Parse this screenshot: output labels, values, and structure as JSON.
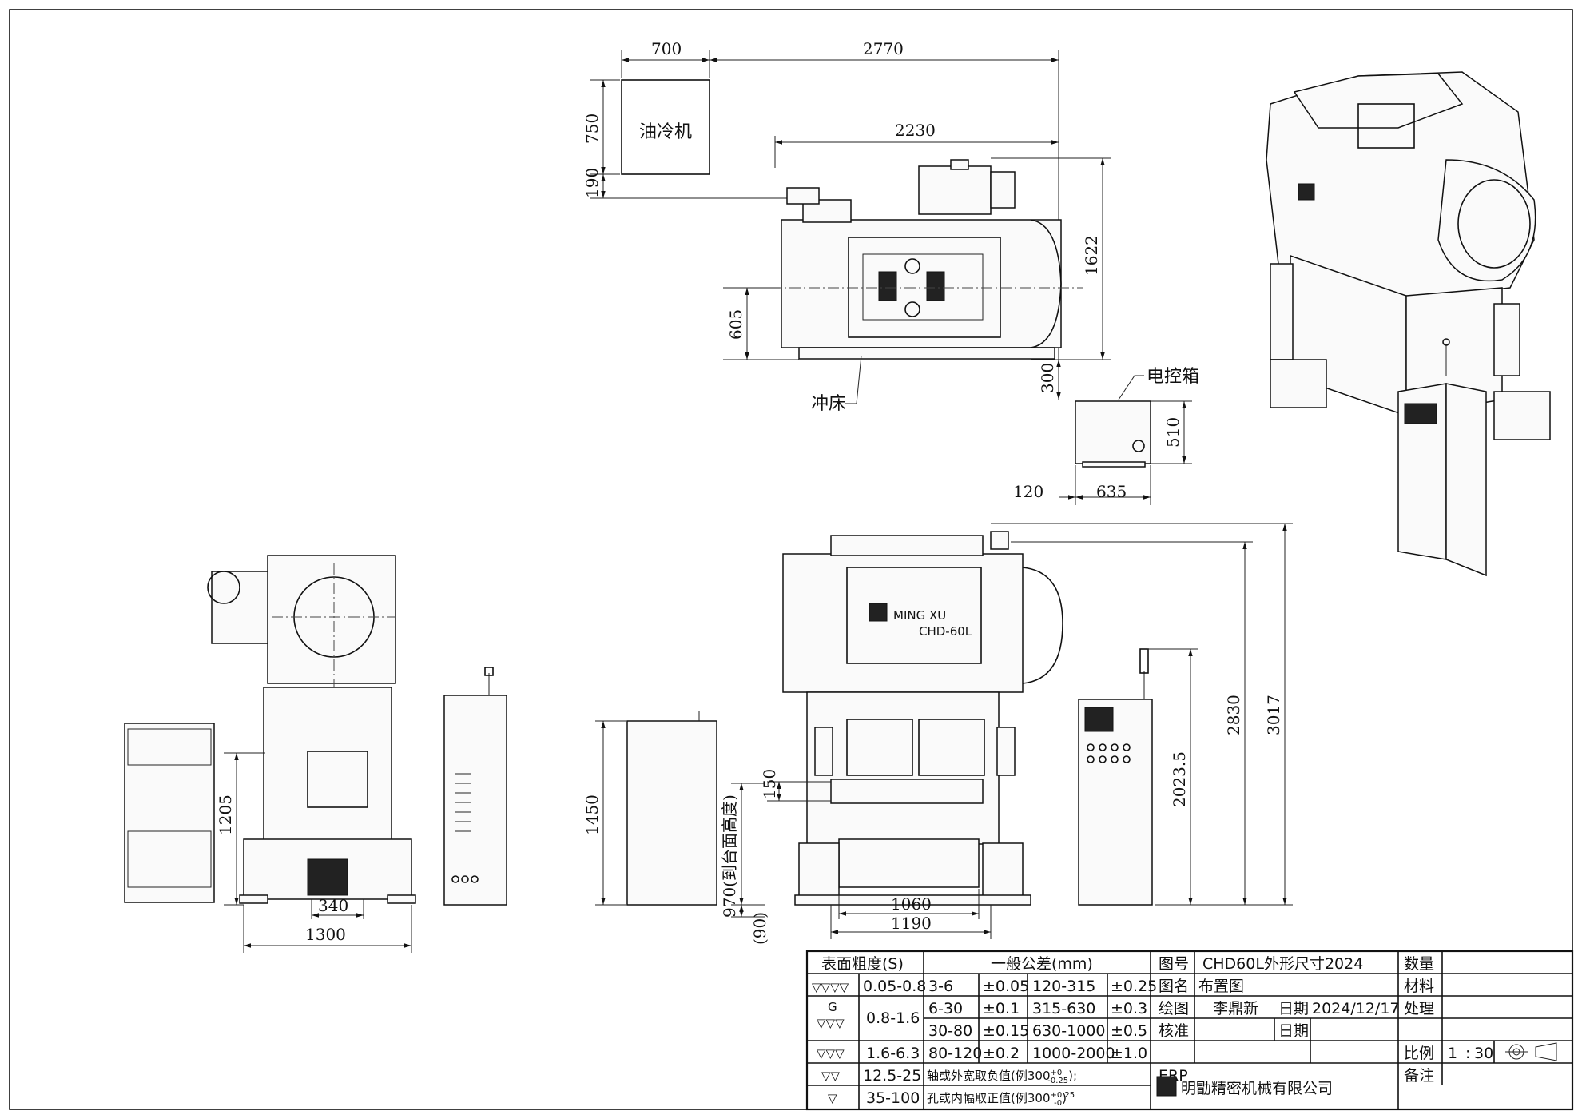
{
  "dimensions": {
    "top_view": {
      "w_oil_cooler": "700",
      "w_total": "2770",
      "h_oil_cooler": "750",
      "gap_190": "190",
      "w_press": "2230",
      "h_1622": "1622",
      "h_605": "605",
      "h_300": "300",
      "h_510": "510",
      "w_120": "120",
      "w_635": "635"
    },
    "side_view": {
      "h_1205": "1205",
      "w_340": "340",
      "w_1300": "1300"
    },
    "front_view": {
      "h_1450": "1450",
      "h_150": "150",
      "h_970": "970(到台面高度)",
      "h_90": "(90)",
      "w_1060": "1060",
      "w_1190": "1190",
      "h_2023": "2023.5",
      "h_2830": "2830",
      "h_3017": "3017"
    }
  },
  "labels": {
    "oil_cooler": "油冷机",
    "electric_box": "电控箱",
    "press": "冲床",
    "brand": "MING XU",
    "model": "CHD-60L"
  },
  "title_block": {
    "surface_roughness": "表面粗度(S)",
    "general_tolerance": "一般公差(mm)",
    "drawing_no_label": "图号",
    "drawing_no": "CHD60L外形尺寸2024",
    "quantity": "数量",
    "drawing_name_label": "图名",
    "drawing_name": "布置图",
    "material": "材料",
    "drawn_label": "绘图",
    "drawn_by": "李鼎新",
    "date_label": "日期",
    "date": "2024/12/17",
    "process": "处理",
    "check_label": "核准",
    "date_label2": "日期",
    "scale_label": "比例",
    "scale_a": "1",
    "scale_sep": ":",
    "scale_b": "30",
    "erp": "ERP",
    "remarks": "备注",
    "company": "明勖精密机械有限公司",
    "g_mark": "G",
    "roughness_rows": [
      {
        "symbol": "▽▽▽▽",
        "range": "0.05-0.8"
      },
      {
        "symbol": "▽▽▽",
        "range": "0.8-1.6"
      },
      {
        "symbol": "▽▽▽",
        "range": "1.6-6.3"
      },
      {
        "symbol": "▽▽",
        "range": "12.5-25"
      },
      {
        "symbol": "▽",
        "range": "35-100"
      }
    ],
    "tolerance_rows": [
      {
        "r1": "3-6",
        "t1": "±0.05",
        "r2": "120-315",
        "t2": "±0.25"
      },
      {
        "r1": "6-30",
        "t1": "±0.1",
        "r2": "315-630",
        "t2": "±0.3"
      },
      {
        "r1": "30-80",
        "t1": "±0.15",
        "r2": "630-1000",
        "t2": "±0.5"
      },
      {
        "r1": "80-120",
        "t1": "±0.2",
        "r2": "1000-2000",
        "t2": "±1.0"
      }
    ],
    "shaft_note": "轴或外宽取负值(例300",
    "shaft_sup": "+0",
    "shaft_sub": "-0.25",
    "shaft_tail": ");",
    "hole_note": "孔或内幅取正值(例300",
    "hole_sup": "+0.25",
    "hole_sub": "-0",
    "hole_tail": ")"
  }
}
